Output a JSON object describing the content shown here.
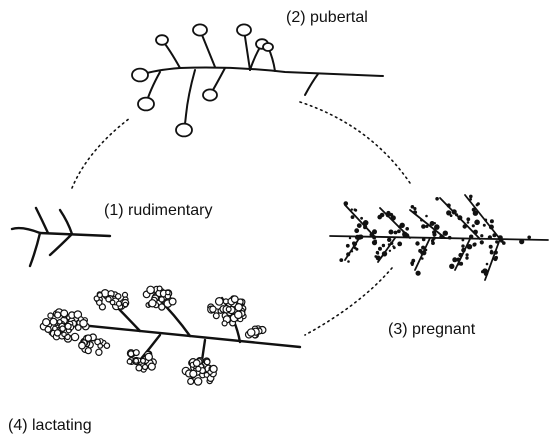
{
  "diagram": {
    "stages": [
      {
        "id": "rudimentary",
        "label": "(1) rudimentary"
      },
      {
        "id": "pubertal",
        "label": "(2) pubertal"
      },
      {
        "id": "pregnant",
        "label": "(3) pregnant"
      },
      {
        "id": "lactating",
        "label": "(4) lactating"
      }
    ],
    "colors": {
      "ink": "#111111",
      "background": "#ffffff"
    }
  }
}
